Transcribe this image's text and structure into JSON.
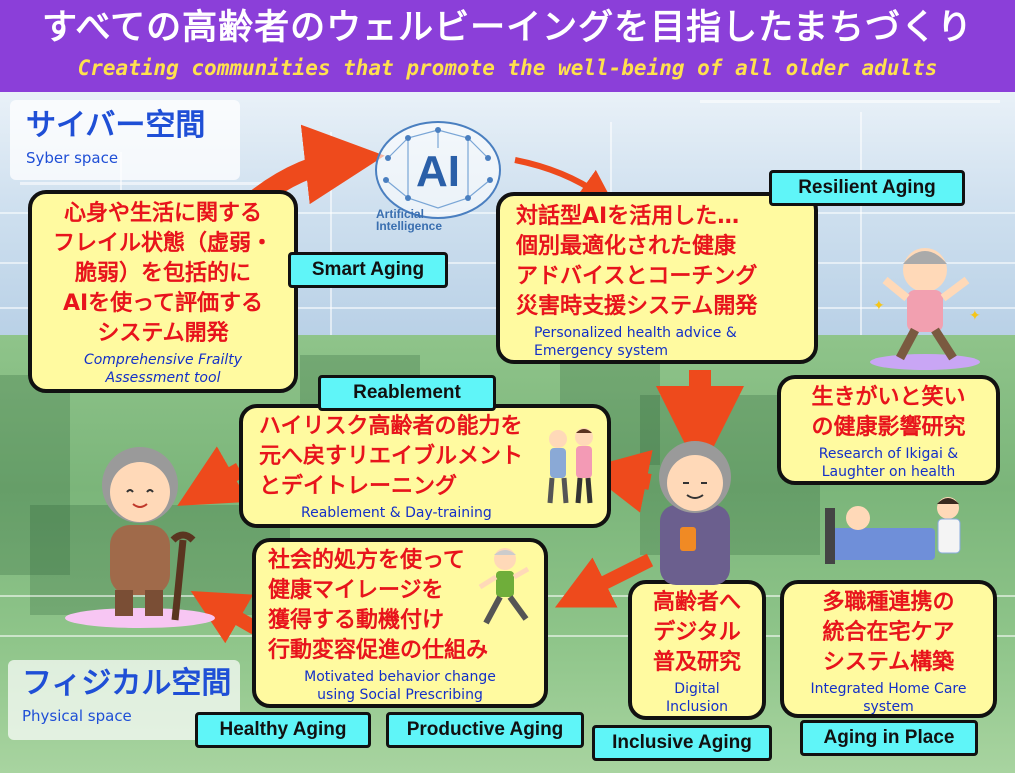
{
  "header": {
    "title_jp": "すべての高齢者のウェルビーイングを目指したまちづくり",
    "title_en": "Creating communities that promote the well-being of all older adults"
  },
  "cyber_space": {
    "label_jp": "サイバー空間",
    "label_en": "Syber space"
  },
  "physical_space": {
    "label_jp": "フィジカル空間",
    "label_en": "Physical space"
  },
  "ai_logo": {
    "big": "AI",
    "sub_line1": "Artificial",
    "sub_line2": "Intelligence"
  },
  "boxes": {
    "frailty": {
      "jp": [
        "心身や生活に関する",
        "フレイル状態（虚弱・",
        "脆弱）を包括的に",
        "AIを使って評価する",
        "システム開発"
      ],
      "en": [
        "Comprehensive Frailty",
        "Assessment tool"
      ]
    },
    "dialogue": {
      "jp": [
        "対話型AIを活用した…",
        "個別最適化された健康",
        "アドバイスとコーチング",
        "災害時支援システム開発"
      ],
      "en": [
        "Personalized health advice &",
        "Emergency system"
      ]
    },
    "ikigai": {
      "jp": [
        "生きがいと笑い",
        "の健康影響研究"
      ],
      "en": [
        "Research of Ikigai &",
        "Laughter on health"
      ]
    },
    "reablement": {
      "jp": [
        "ハイリスク高齢者の能力を",
        "元へ戻すリエイブルメント",
        "とデイトレーニング"
      ],
      "en": [
        "Reablement &  Day-training"
      ]
    },
    "social": {
      "jp": [
        "社会的処方を使って",
        "健康マイレージを",
        "獲得する動機付け",
        "行動変容促進の仕組み"
      ],
      "en": [
        "Motivated behavior change",
        "using Social Prescribing"
      ]
    },
    "digital": {
      "jp": [
        "高齢者へ",
        "デジタル",
        "普及研究"
      ],
      "en": [
        "Digital",
        "Inclusion"
      ]
    },
    "homecare": {
      "jp": [
        "多職種連携の",
        "統合在宅ケア",
        "システム構築"
      ],
      "en": [
        "Integrated Home Care",
        "system"
      ]
    }
  },
  "tags": {
    "smart": "Smart Aging",
    "resilient": "Resilient Aging",
    "reablement": "Reablement",
    "healthy": "Healthy Aging",
    "productive": "Productive Aging",
    "inclusive": "Inclusive Aging",
    "place": "Aging in Place"
  },
  "colors": {
    "header": "#8b3fd9",
    "title_en": "#ffe14d",
    "box_fill": "#fffaa0",
    "box_text_jp": "#e8141c",
    "box_text_en": "#1430c8",
    "tag_fill": "#5ff5f8",
    "arrow": "#ee4a1c"
  }
}
